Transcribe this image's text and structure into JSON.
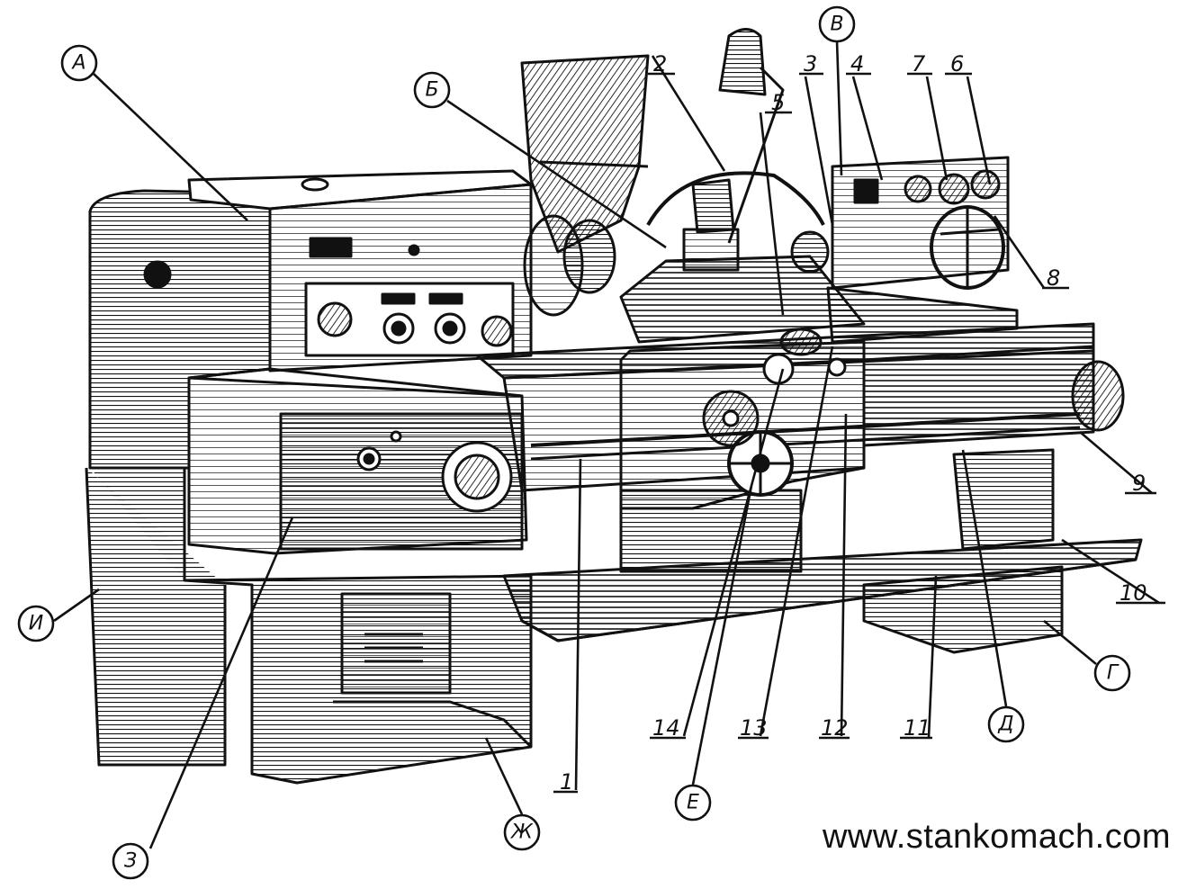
{
  "diagram": {
    "letter_callouts": [
      "А",
      "Б",
      "В",
      "Г",
      "Д",
      "Е",
      "Ж",
      "З",
      "И"
    ],
    "number_callouts": [
      "1",
      "2",
      "3",
      "4",
      "5",
      "6",
      "7",
      "8",
      "9",
      "10",
      "11",
      "12",
      "13",
      "14"
    ],
    "cuts": "3"
  },
  "footer": {
    "url": "www.stankomach.com"
  }
}
